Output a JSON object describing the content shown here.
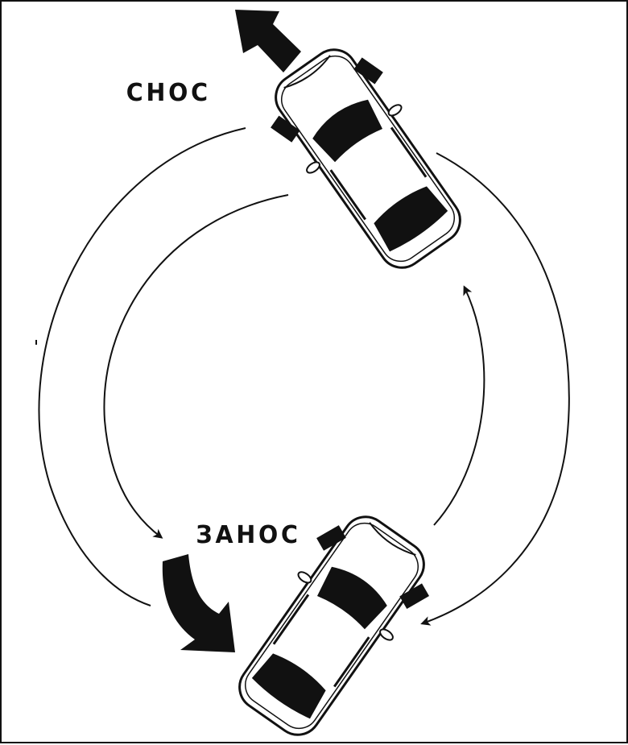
{
  "labels": {
    "top": "СНОС",
    "bottom": "ЗАНОС"
  },
  "colors": {
    "ink": "#111111",
    "paper": "#ffffff"
  },
  "icons": [
    "car-top-view",
    "big-arrow",
    "curved-arrow"
  ]
}
